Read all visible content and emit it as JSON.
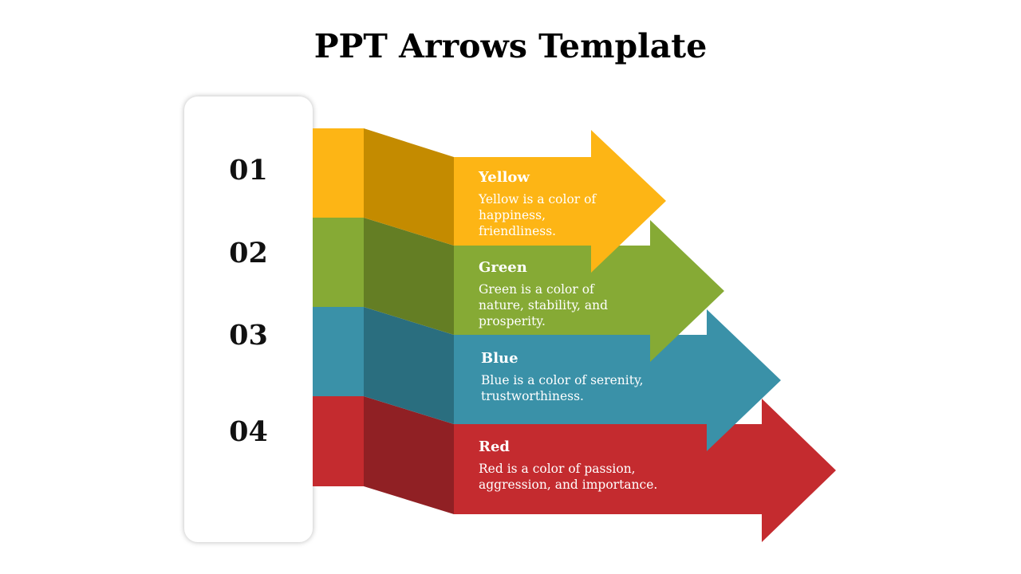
{
  "title": "PPT Arrows Template",
  "items": [
    {
      "number": "01",
      "name": "Yellow",
      "description": "Yellow is a color of happiness, friendliness.",
      "color": "#FDB515",
      "shade": "#C48B00"
    },
    {
      "number": "02",
      "name": "Green",
      "description": "Green is a color of nature, stability, and prosperity.",
      "color": "#86AA35",
      "shade": "#647E24"
    },
    {
      "number": "03",
      "name": "Blue",
      "description": "Blue is a color of serenity, trustworthiness.",
      "color": "#3A91A8",
      "shade": "#2A6E7F"
    },
    {
      "number": "04",
      "name": "Red",
      "description": "Red is a color of passion, aggression, and importance.",
      "color": "#C42B2F",
      "shade": "#902024"
    }
  ]
}
